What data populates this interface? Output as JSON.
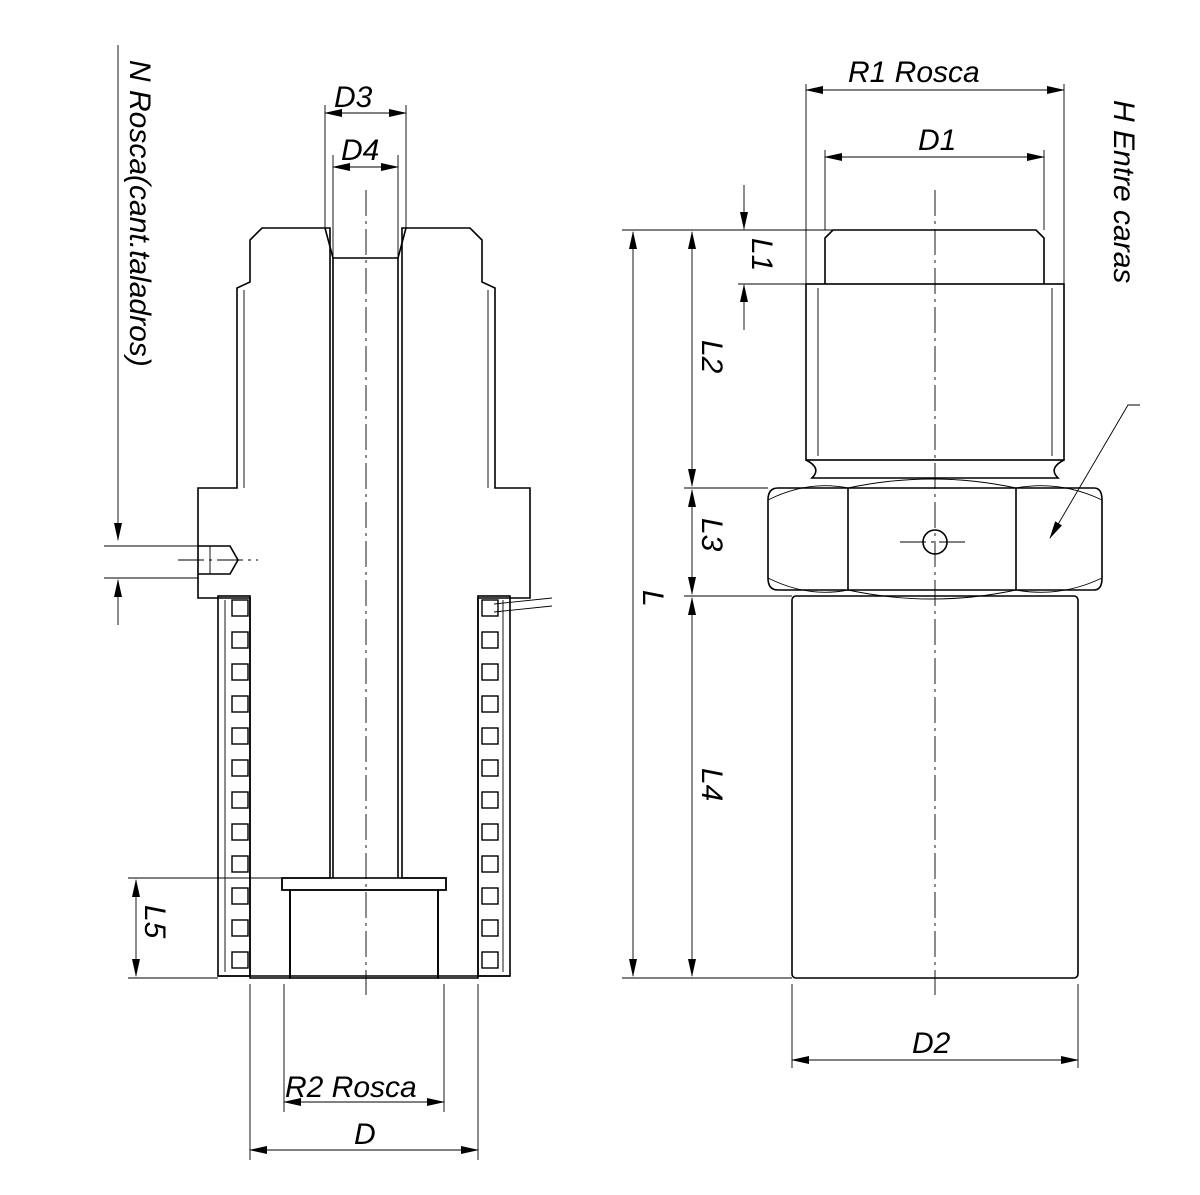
{
  "labels": {
    "n_rosca": "N Rosca(cant.taladros)",
    "d3": "D3",
    "d4": "D4",
    "r1_rosca": "R1  Rosca",
    "d1": "D1",
    "h_entre_caras": "H Entre caras",
    "l1": "L1",
    "l2": "L2",
    "l3": "L3",
    "l": "L",
    "l4": "L4",
    "l5": "L5",
    "d2": "D2",
    "r2_rosca": "R2  Rosca",
    "d": "D"
  }
}
